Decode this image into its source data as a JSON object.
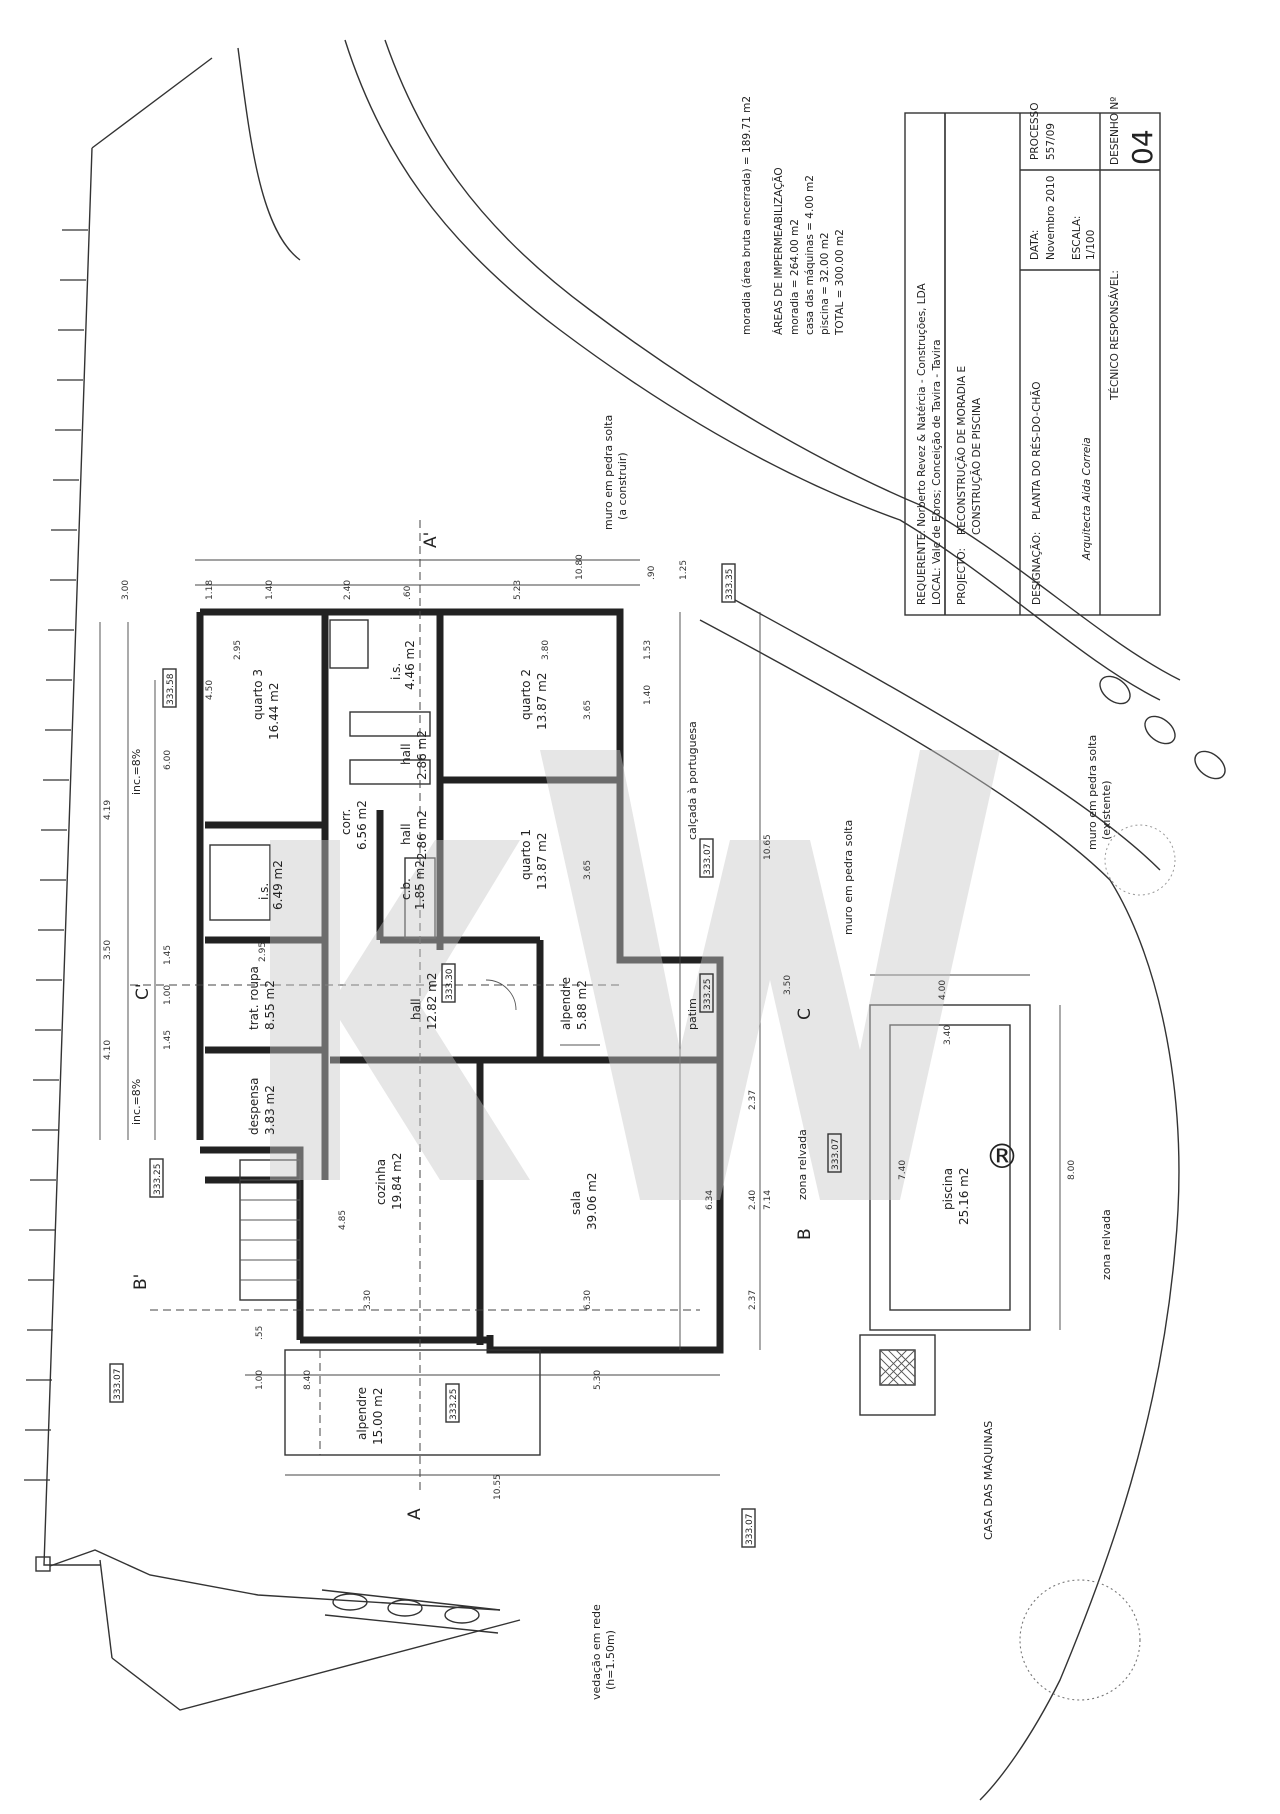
{
  "title_block": {
    "processo_label": "PROCESSO",
    "processo_value": "557/09",
    "desenho_label": "DESENHO Nº",
    "desenho_value": "04",
    "data_label": "DATA:",
    "data_value": "Novembro 2010",
    "escala_label": "ESCALA:",
    "escala_value": "1/100",
    "tecnico_label": "TÉCNICO RESPONSÁVEL:",
    "requerente": "REQUERENTE: Norberto Revez & Natércia - Construções, LDA",
    "local": "LOCAL: Vale de Ebros; Conceição de Tavira - Tavira",
    "projecto_label": "PROJECTO:",
    "projecto_line1": "RECONSTRUÇÃO DE MORADIA E",
    "projecto_line2": "CONSTRUÇÃO DE PISCINA",
    "designacao_label": "DESIGNAÇÃO:",
    "designacao_value": "PLANTA DO RÉS-DO-CHÃO",
    "signature": "Arquitecta Aida Correia"
  },
  "areas": {
    "moradia_bruta": "moradia (área bruta encerrada) = 189.71 m2",
    "heading": "ÁREAS DE IMPERMEABILIZAÇÃO",
    "moradia": "moradia = 264.00 m2",
    "casa_maquinas": "casa das máquinas = 4.00 m2",
    "piscina": "piscina = 32.00 m2",
    "total": "TOTAL = 300.00 m2"
  },
  "rooms": {
    "quarto3": {
      "name": "quarto 3",
      "area": "16.44 m2"
    },
    "quarto2": {
      "name": "quarto 2",
      "area": "13.87 m2"
    },
    "quarto1": {
      "name": "quarto 1",
      "area": "13.87 m2"
    },
    "corr": {
      "name": "corr.",
      "area": "6.56 m2"
    },
    "hall_a": {
      "name": "hall",
      "area": "2.86 m2"
    },
    "hall_b": {
      "name": "hall",
      "area": "2.86 m2"
    },
    "wc_small": {
      "name": "i.s.",
      "area": "4.46 m2"
    },
    "wc_big": {
      "name": "i.s.",
      "area": "6.49 m2"
    },
    "cb": {
      "name": "c.b.",
      "area": "1.85 m2"
    },
    "trat_roupa": {
      "name": "trat. roupa",
      "area": "8.55 m2"
    },
    "hall_main": {
      "name": "hall",
      "area": "12.82 m2"
    },
    "alpendre_side": {
      "name": "alpendre",
      "area": "5.88 m2"
    },
    "despensa": {
      "name": "despensa",
      "area": "3.83 m2"
    },
    "cozinha": {
      "name": "cozinha",
      "area": "19.84 m2"
    },
    "sala": {
      "name": "sala",
      "area": "39.06 m2"
    },
    "alpendre_front": {
      "name": "alpendre",
      "area": "15.00 m2"
    },
    "piscina": {
      "name": "piscina",
      "area": "25.16 m2"
    }
  },
  "site_labels": {
    "muro_construir_1": "muro em pedra solta",
    "muro_construir_2": "(a construir)",
    "muro_existente_1": "muro em pedra solta",
    "muro_existente_2": "(existente)",
    "muro_solta": "muro em pedra solta",
    "calcada": "calçada à portuguesa",
    "patim": "patim",
    "zona_relvada_1": "zona relvada",
    "zona_relvada_2": "zona relvada",
    "casa_maquinas": "CASA DAS MÁQUINAS",
    "vedacao_1": "vedação em rede",
    "vedacao_2": "(h=1.50m)",
    "inc_top": "inc.=8%",
    "inc_bottom": "inc.=8%",
    "watermark_mark": "®"
  },
  "levels": [
    "333.35",
    "333.58",
    "333.07",
    "333.30",
    "333.25",
    "333.07",
    "333.25",
    "333.07",
    "333.25",
    "333.07"
  ],
  "section_letters": {
    "a_top": "A'",
    "a_bottom": "A",
    "b_left": "B'",
    "b_right": "B",
    "c_top": "C'",
    "c_right": "C"
  },
  "dimensions": {
    "top_total": "10.80",
    "top_a": "1.18",
    "top_b": "1.40",
    "top_c": "2.40",
    "top_d": "5.23",
    "top_e": "3.00",
    "top_f": ".60",
    "top_g": ".90",
    "top_h": "1.25",
    "left_a": "4.19",
    "left_b": "3.50",
    "left_c": "4.10",
    "left_d": "6.00",
    "left_e": "1.45",
    "left_f": "1.00",
    "left_g": "1.45",
    "bottom_total": "10.55",
    "bottom_a": "8.40",
    "bottom_b": "5.30",
    "bottom_c": "1.00",
    "bottom_d": ".55",
    "right_a": "10.65",
    "right_b": "7.14",
    "right_c": "2.37",
    "right_d": "2.40",
    "right_e": "2.37",
    "right_f": "1.40",
    "right_g": "1.53",
    "q3_w": "2.95",
    "q3_h": "4.50",
    "q2_w": "3.80",
    "q2_h": "3.65",
    "q1_h": "3.65",
    "sala_w": "6.30",
    "sala_h": "6.34",
    "coz_w": "3.30",
    "coz_h": "4.85",
    "trat_w": "2.95",
    "pool_w": "4.00",
    "pool_l": "8.00",
    "pool_in_w": "3.40",
    "pool_in_l": "7.40",
    "pool_d": "3.50"
  },
  "drawing_number_large": "04"
}
